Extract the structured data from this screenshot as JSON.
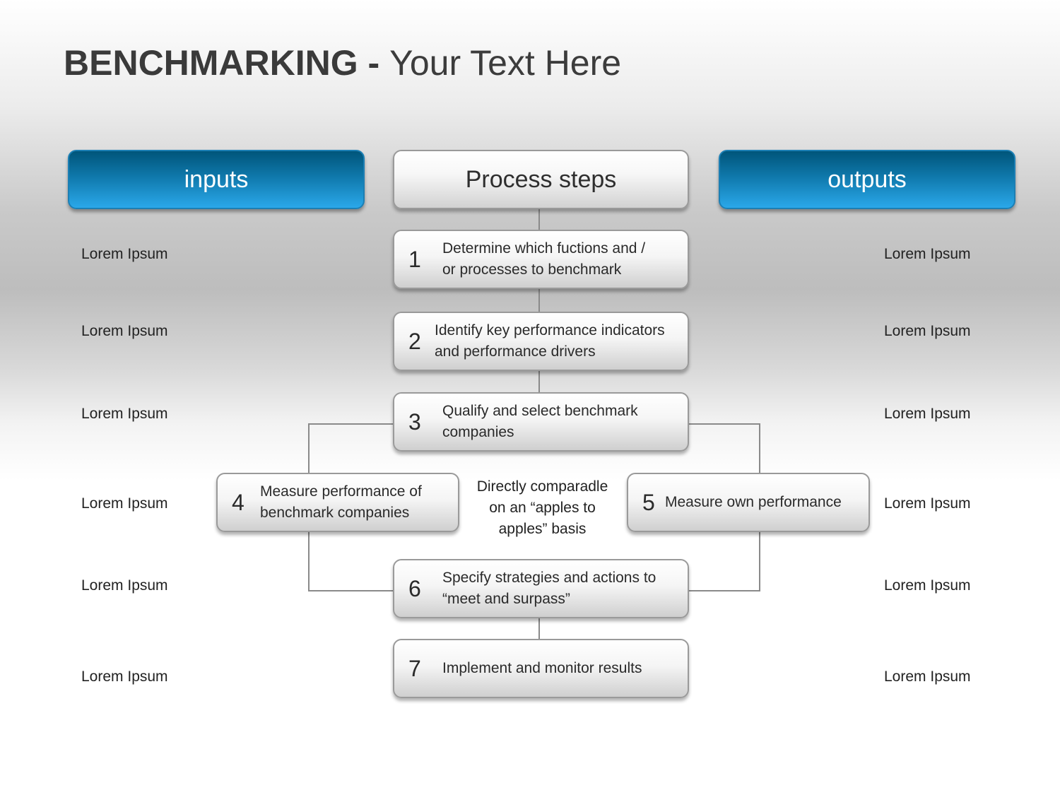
{
  "title": {
    "bold": "BENCHMARKING",
    "separator": " - ",
    "rest": "Your Text Here"
  },
  "headers": {
    "inputs": "inputs",
    "process": "Process steps",
    "outputs": "outputs"
  },
  "steps": [
    {
      "num": "1",
      "text_line1": "Determine which fuctions and /",
      "text_line2": "or processes to benchmark"
    },
    {
      "num": "2",
      "text_line1": "Identify key performance indicators",
      "text_line2": "and performance drivers"
    },
    {
      "num": "3",
      "text_line1": "Qualify and select benchmark",
      "text_line2": "companies"
    },
    {
      "num": "4",
      "text_line1": "Measure performance of",
      "text_line2": "benchmark companies"
    },
    {
      "num": "5",
      "text_line1": "Measure own performance",
      "text_line2": ""
    },
    {
      "num": "6",
      "text_line1": "Specify strategies and actions to",
      "text_line2": "“meet and surpass”"
    },
    {
      "num": "7",
      "text_line1": "Implement and monitor results",
      "text_line2": ""
    }
  ],
  "note": {
    "line1": "Directly comparadle",
    "line2": "on an “apples to",
    "line3": "apples” basis"
  },
  "inputs": [
    "Lorem Ipsum",
    "Lorem Ipsum",
    "Lorem Ipsum",
    "Lorem Ipsum",
    "Lorem Ipsum",
    "Lorem Ipsum"
  ],
  "outputs": [
    "Lorem Ipsum",
    "Lorem Ipsum",
    "Lorem Ipsum",
    "Lorem Ipsum",
    "Lorem Ipsum",
    "Lorem Ipsum"
  ],
  "colors": {
    "header_blue_top": "#00557a",
    "header_blue_bottom": "#2aa8ea",
    "connector": "#8a8a8a"
  }
}
